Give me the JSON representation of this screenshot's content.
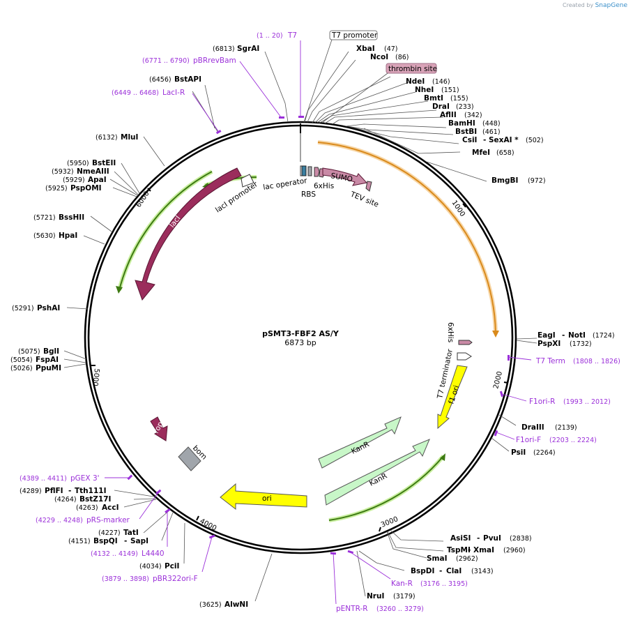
{
  "credit": {
    "prefix": "Created by",
    "brand": "SnapGene"
  },
  "plasmid": {
    "name": "pSMT3-FBF2 AS/Y",
    "size": "6873 bp"
  },
  "ticks": [
    "1000",
    "2000",
    "3000",
    "4000",
    "5000",
    "6000"
  ],
  "enzymes": [
    {
      "name": "SgrAI",
      "pos": "(6813)"
    },
    {
      "name": "XbaI",
      "pos": "(47)"
    },
    {
      "name": "NcoI",
      "pos": "(86)"
    },
    {
      "name": "NdeI",
      "pos": "(146)"
    },
    {
      "name": "NheI",
      "pos": "(151)"
    },
    {
      "name": "BmtI",
      "pos": "(155)"
    },
    {
      "name": "DraI",
      "pos": "(233)"
    },
    {
      "name": "AflII",
      "pos": "(342)"
    },
    {
      "name": "BamHI",
      "pos": "(448)"
    },
    {
      "name": "BstBI",
      "pos": "(461)"
    },
    {
      "name": "CsiI",
      "name2": "SexAI *",
      "pos": "(502)"
    },
    {
      "name": "MfeI",
      "pos": "(658)"
    },
    {
      "name": "BmgBI",
      "pos": "(972)"
    },
    {
      "name": "EagI",
      "name2": "NotI",
      "pos": "(1724)"
    },
    {
      "name": "PspXI",
      "pos": "(1732)"
    },
    {
      "name": "DraIII",
      "pos": "(2139)"
    },
    {
      "name": "PsiI",
      "pos": "(2264)"
    },
    {
      "name": "AsiSI",
      "name2": "PvuI",
      "pos": "(2838)"
    },
    {
      "name": "TspMI",
      "name2": "XmaI",
      "pos": "(2960)"
    },
    {
      "name": "SmaI",
      "pos": "(2962)"
    },
    {
      "name": "BspDI",
      "name2": "ClaI",
      "pos": "(3143)"
    },
    {
      "name": "NruI",
      "pos": "(3179)"
    },
    {
      "name": "AlwNI",
      "pos": "(3625)"
    },
    {
      "name": "PciI",
      "pos": "(4034)"
    },
    {
      "name": "BspQI",
      "name2": "SapI",
      "pos": "(4151)"
    },
    {
      "name": "TatI",
      "pos": "(4227)"
    },
    {
      "name": "AccI",
      "pos": "(4263)"
    },
    {
      "name": "BstZ17I",
      "pos": "(4264)"
    },
    {
      "name": "PflFI",
      "name2": "Tth111I",
      "pos": "(4289)"
    },
    {
      "name": "PpuMI",
      "pos": "(5026)"
    },
    {
      "name": "FspAI",
      "pos": "(5054)"
    },
    {
      "name": "BglI",
      "pos": "(5075)"
    },
    {
      "name": "PshAI",
      "pos": "(5291)"
    },
    {
      "name": "HpaI",
      "pos": "(5630)"
    },
    {
      "name": "BssHII",
      "pos": "(5721)"
    },
    {
      "name": "PspOMI",
      "pos": "(5925)"
    },
    {
      "name": "ApaI",
      "pos": "(5929)"
    },
    {
      "name": "NmeAIII",
      "pos": "(5932)"
    },
    {
      "name": "BstEII",
      "pos": "(5950)"
    },
    {
      "name": "MluI",
      "pos": "(6132)"
    },
    {
      "name": "BstAPI",
      "pos": "(6456)"
    }
  ],
  "primers": [
    {
      "name": "T7",
      "pos": "(1 .. 20)"
    },
    {
      "name": "pBRrevBam",
      "pos": "(6771 .. 6790)"
    },
    {
      "name": "LacI-R",
      "pos": "(6449 .. 6468)"
    },
    {
      "name": "T7 Term",
      "pos": "(1808 .. 1826)"
    },
    {
      "name": "F1ori-R",
      "pos": "(1993 .. 2012)"
    },
    {
      "name": "F1ori-F",
      "pos": "(2203 .. 2224)"
    },
    {
      "name": "Kan-R",
      "pos": "(3176 .. 3195)"
    },
    {
      "name": "pENTR-R",
      "pos": "(3260 .. 3279)"
    },
    {
      "name": "pBR322ori-F",
      "pos": "(3879 .. 3898)"
    },
    {
      "name": "L4440",
      "pos": "(4132 .. 4149)"
    },
    {
      "name": "pRS-marker",
      "pos": "(4229 .. 4248)"
    },
    {
      "name": "pGEX 3'",
      "pos": "(4389 .. 4411)"
    }
  ],
  "features": {
    "t7_promoter": "T7 promoter",
    "thrombin_site": "thrombin site",
    "sumo": "SUMO",
    "tev_site": "TEV site",
    "rbs": "RBS",
    "his_tag": "6xHis",
    "lac_operator": "lac operator",
    "laci_promoter": "lacI promoter",
    "laci": "lacI",
    "his_tag_c": "6xHis",
    "t7_terminator": "T7 terminator",
    "f1_ori": "f1 ori",
    "kanr_1": "KanR",
    "kanr_2": "KanR",
    "ori": "ori",
    "rop": "rop",
    "bom": "bom"
  },
  "colors": {
    "laci": "#9b2d5c",
    "sumo": "#c98aa6",
    "kanr": "#c8f7c8",
    "ori": "#ffff00",
    "f1_ori": "#ffff00",
    "orf_orange": "#f0a64a",
    "orf_green": "#5aa52a",
    "primer": "#9b30d9",
    "bom": "#a0a5ab"
  }
}
